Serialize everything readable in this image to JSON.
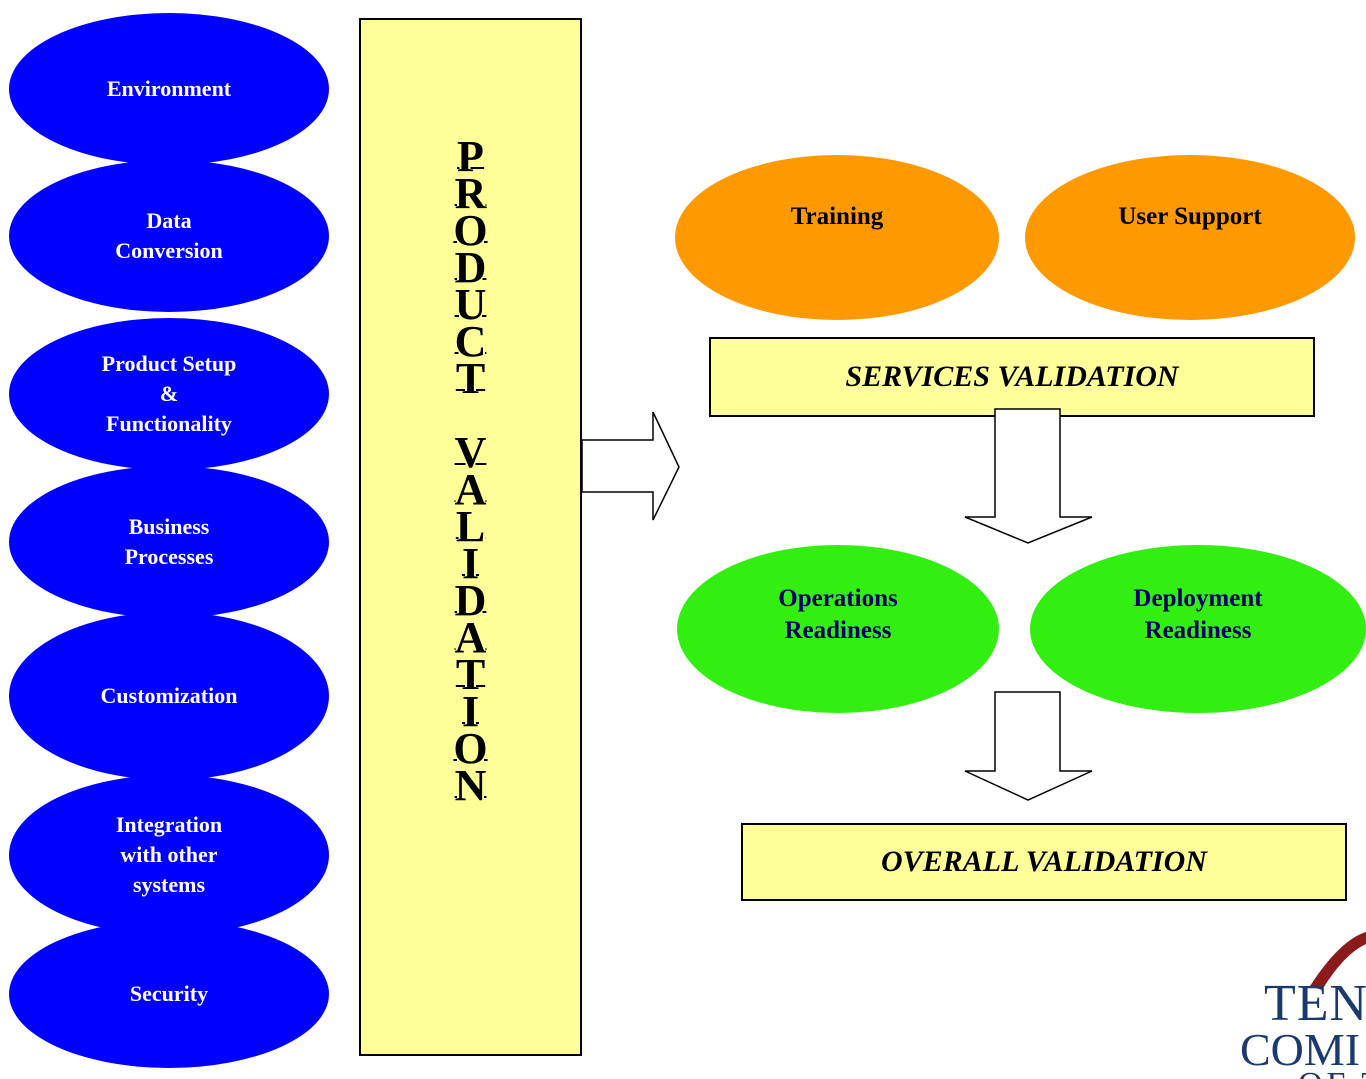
{
  "left_topics": [
    "Environment",
    "Data\nConversion",
    "Product Setup\n&\nFunctionality",
    "Business\nProcesses",
    "Customization",
    "Integration\nwith other\nsystems",
    "Security"
  ],
  "product_validation": {
    "letters_line1": [
      "P",
      "R",
      "O",
      "D",
      "U",
      "C",
      "T"
    ],
    "letters_line2": [
      "V",
      "A",
      "L",
      "I",
      "D",
      "A",
      "T",
      "I",
      "O",
      "N"
    ]
  },
  "services": {
    "training": "Training",
    "user_support": "User Support",
    "validation_label": "SERVICES VALIDATION"
  },
  "readiness": {
    "operations": "Operations\nReadiness",
    "deployment": "Deployment\nReadiness"
  },
  "overall": {
    "label": "OVERALL VALIDATION"
  },
  "logo": {
    "line1": "TEN",
    "line2": "COMI",
    "line3": "OF T"
  },
  "colors": {
    "blue": "#0000ff",
    "orange": "#ff9900",
    "green": "#33ee11",
    "box_fill": "#ffff99"
  }
}
